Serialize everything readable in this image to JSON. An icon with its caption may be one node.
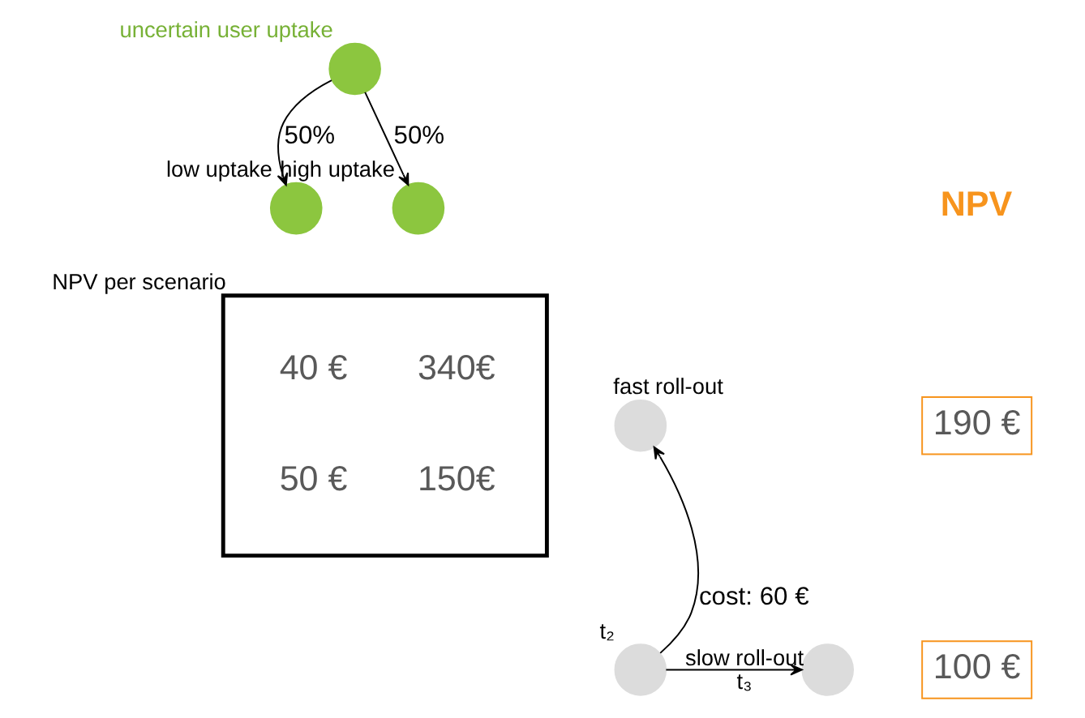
{
  "diagram": {
    "nodes": [
      {
        "text": [],
        "shape": "circle",
        "beside": [
          "uncertain user uptake"
        ]
      },
      {
        "text": [],
        "shape": "circle",
        "beside": [
          "low uptake"
        ]
      },
      {
        "text": [],
        "shape": "circle",
        "beside": [
          "high uptake"
        ]
      },
      {
        "text": [],
        "shape": "circle",
        "beside": [
          "t₂"
        ]
      },
      {
        "text": [],
        "shape": "circle",
        "beside": [
          "fast roll-out"
        ]
      },
      {
        "text": [],
        "shape": "circle",
        "beside": [
          "slow roll-out",
          "t₃"
        ]
      },
      {
        "text": [
          "40 €",
          "340€",
          "50 €",
          "150€"
        ],
        "beside": [
          "NPV per scenario"
        ]
      },
      {
        "text": [
          "190 €"
        ]
      },
      {
        "text": [
          "100 €"
        ]
      }
    ],
    "edges": [
      {
        "from": 0,
        "to": 1,
        "arrow": "to",
        "label": "50%"
      },
      {
        "from": 0,
        "to": 2,
        "arrow": "to",
        "label": "50%"
      },
      {
        "from": 3,
        "to": 4,
        "arrow": "to",
        "label": "cost: 60 €"
      },
      {
        "from": 3,
        "to": 5,
        "arrow": "to"
      }
    ],
    "labels": [
      "NPV"
    ]
  }
}
